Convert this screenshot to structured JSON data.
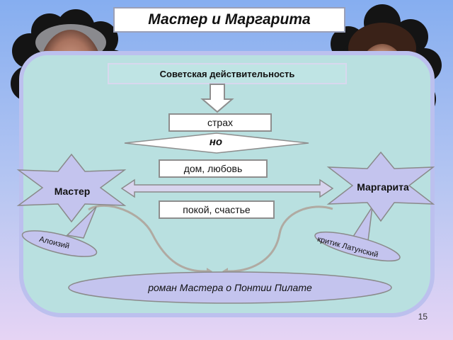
{
  "title": "Мастер и Маргарита",
  "reality": "Советская действительность",
  "fear": "страх",
  "but": "но",
  "home_love": "дом, любовь",
  "peace": "покой, счастье",
  "master": "Мастер",
  "margarita": "Маргарита",
  "aloisy": "Алоизий",
  "critic": "критик Латунский",
  "novel": "роман Мастера о Понтии Пилате",
  "page_number": "15",
  "colors": {
    "panel": "#b9e0e0",
    "panel_border": "#bcc0ee",
    "shape_fill": "#c4c4ee",
    "shape_stroke": "#8a8a8a",
    "connector": "#b0aaa2"
  },
  "portraits": [
    "actor-male-portrait",
    "actress-female-portrait"
  ]
}
